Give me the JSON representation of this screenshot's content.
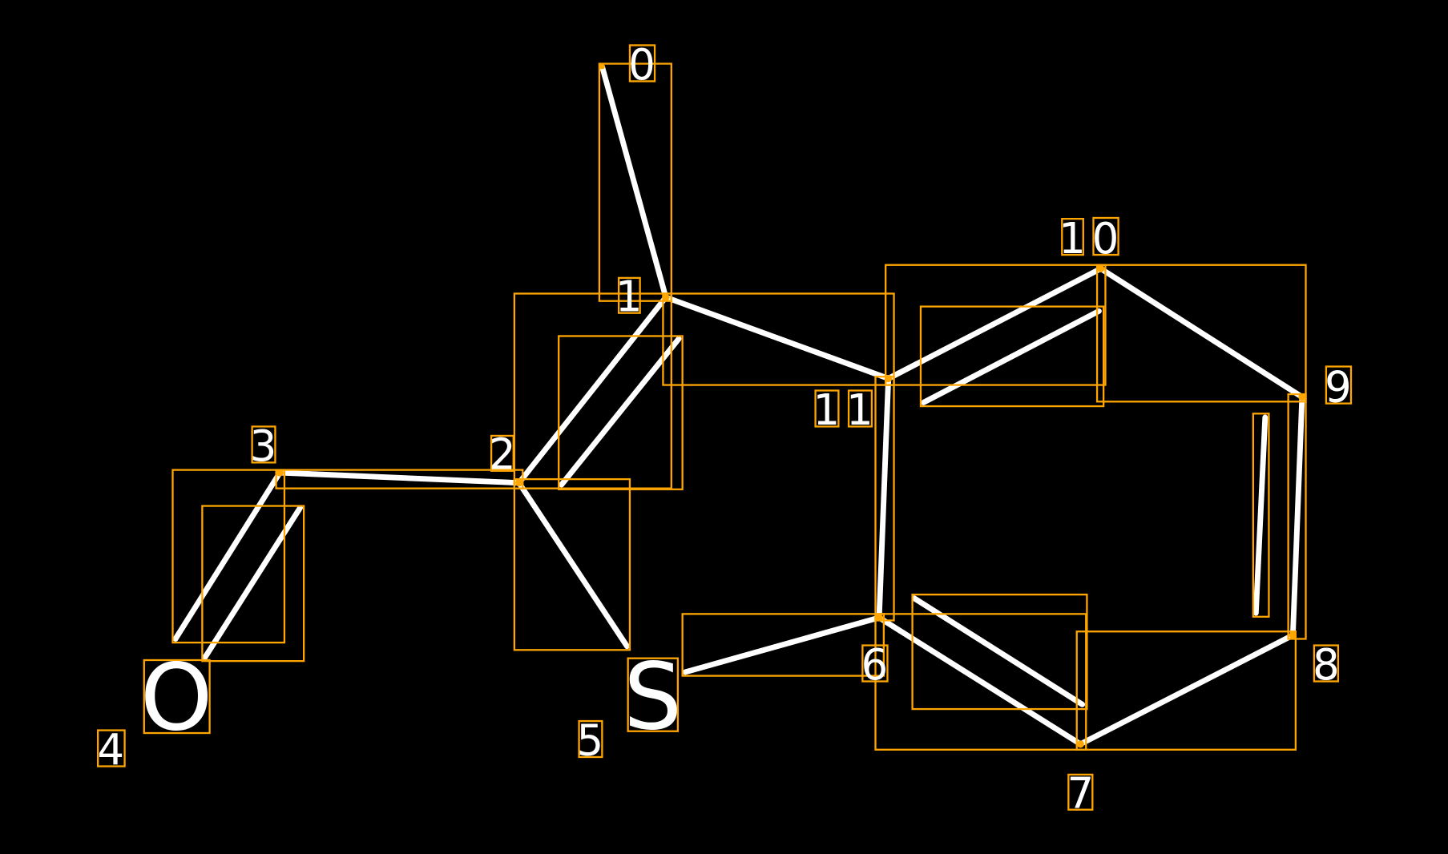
{
  "atoms": {
    "o": "O",
    "s": "S"
  },
  "indices": {
    "i0": "0",
    "i1": "1",
    "i2": "2",
    "i3": "3",
    "i4": "4",
    "i5": "5",
    "i6": "6",
    "i7": "7",
    "i8": "8",
    "i9": "9",
    "i10a": "1",
    "i10b": "0",
    "i11a": "1",
    "i11b": "1"
  },
  "colors": {
    "background": "#000000",
    "bond": "#FFFFFF",
    "box": "#FFA500"
  }
}
